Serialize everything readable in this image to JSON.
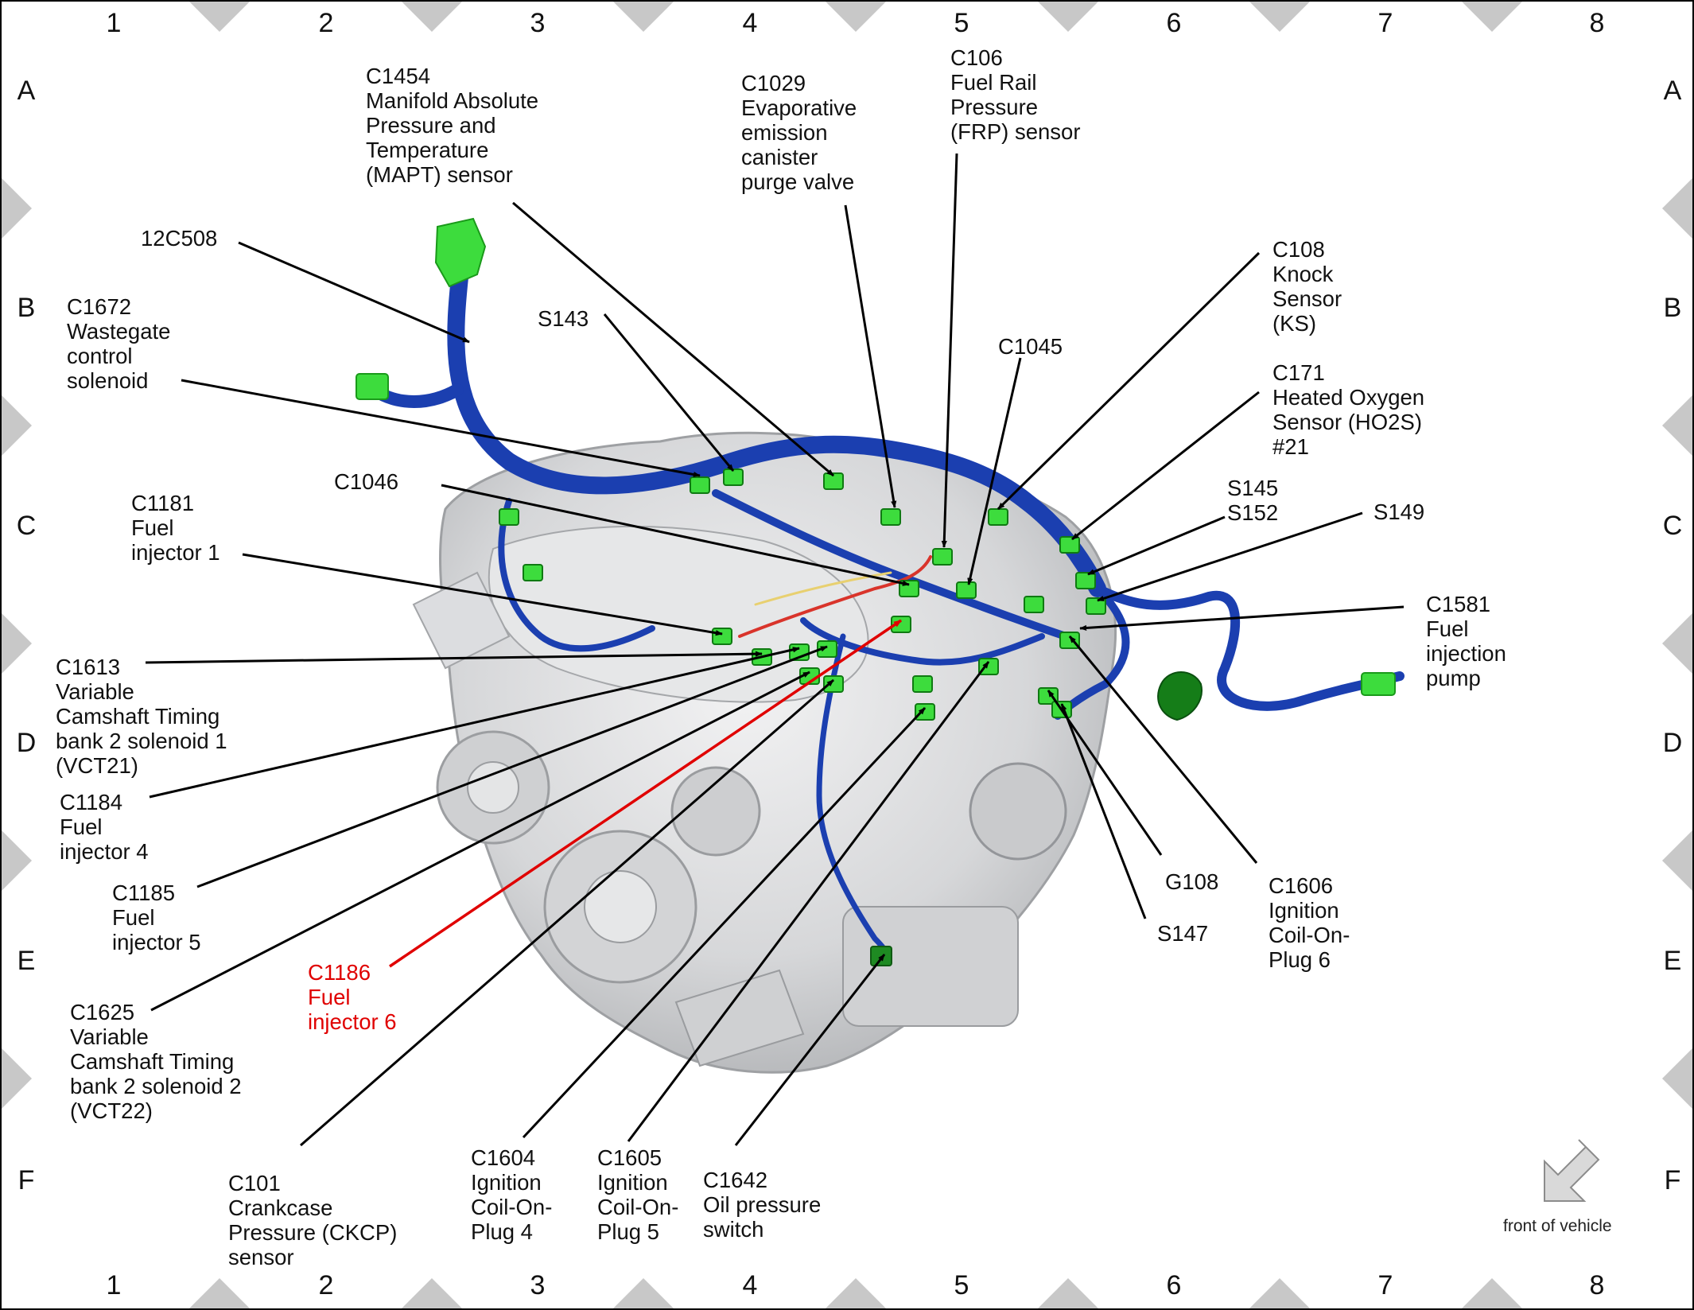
{
  "colors": {
    "harness": "#1b3fb0",
    "harness_dark": "#0e2170",
    "connector": "#3ddc3d",
    "connector_dark": "#0f7a12",
    "highlight": "#e00000",
    "engine_body": "#d9dadc",
    "frame_marker": "#c8c8c8"
  },
  "grid": {
    "columns": [
      "1",
      "2",
      "3",
      "4",
      "5",
      "6",
      "7",
      "8"
    ],
    "rows": [
      "A",
      "B",
      "C",
      "D",
      "E",
      "F"
    ]
  },
  "orientation": {
    "icon": "arrow-down-left-icon",
    "label": "front of vehicle"
  },
  "callouts": [
    {
      "id": "c1454",
      "lines": [
        "C1454",
        "Manifold Absolute",
        "Pressure and",
        "Temperature",
        "(MAPT) sensor"
      ]
    },
    {
      "id": "c1029",
      "lines": [
        "C1029",
        "Evaporative",
        "emission",
        "canister",
        "purge valve"
      ]
    },
    {
      "id": "c106",
      "lines": [
        "C106",
        "Fuel Rail",
        "Pressure",
        "(FRP) sensor"
      ]
    },
    {
      "id": "12c508",
      "lines": [
        "12C508"
      ]
    },
    {
      "id": "c1672",
      "lines": [
        "C1672",
        "Wastegate",
        "control",
        "solenoid"
      ]
    },
    {
      "id": "s143",
      "lines": [
        "S143"
      ]
    },
    {
      "id": "c108",
      "lines": [
        "C108",
        "Knock",
        "Sensor",
        "(KS)"
      ]
    },
    {
      "id": "c1045",
      "lines": [
        "C1045"
      ]
    },
    {
      "id": "c171",
      "lines": [
        "C171",
        "Heated Oxygen",
        "Sensor (HO2S)",
        "#21"
      ]
    },
    {
      "id": "c1046",
      "lines": [
        "C1046"
      ]
    },
    {
      "id": "s145",
      "lines": [
        "S145",
        "S152"
      ]
    },
    {
      "id": "s149",
      "lines": [
        "S149"
      ]
    },
    {
      "id": "c1181",
      "lines": [
        "C1181",
        "Fuel",
        "injector 1"
      ]
    },
    {
      "id": "c1581",
      "lines": [
        "C1581",
        "Fuel",
        "injection",
        "pump"
      ]
    },
    {
      "id": "c1613",
      "lines": [
        "C1613",
        "Variable",
        "Camshaft Timing",
        "bank 2 solenoid 1",
        "(VCT21)"
      ]
    },
    {
      "id": "c1184",
      "lines": [
        "C1184",
        "Fuel",
        "injector 4"
      ]
    },
    {
      "id": "c1185",
      "lines": [
        "C1185",
        "Fuel",
        "injector 5"
      ]
    },
    {
      "id": "c1186",
      "lines": [
        "C1186",
        "Fuel",
        "injector 6"
      ]
    },
    {
      "id": "c1625",
      "lines": [
        "C1625",
        "Variable",
        "Camshaft Timing",
        "bank 2 solenoid 2",
        "(VCT22)"
      ]
    },
    {
      "id": "g108",
      "lines": [
        "G108"
      ]
    },
    {
      "id": "s147",
      "lines": [
        "S147"
      ]
    },
    {
      "id": "c1606",
      "lines": [
        "C1606",
        "Ignition",
        "Coil-On-",
        "Plug 6"
      ]
    },
    {
      "id": "c101",
      "lines": [
        "C101",
        "Crankcase",
        "Pressure (CKCP)",
        "sensor"
      ]
    },
    {
      "id": "c1604",
      "lines": [
        "C1604",
        "Ignition",
        "Coil-On-",
        "Plug 4"
      ]
    },
    {
      "id": "c1605",
      "lines": [
        "C1605",
        "Ignition",
        "Coil-On-",
        "Plug 5"
      ]
    },
    {
      "id": "c1642",
      "lines": [
        "C1642",
        "Oil pressure",
        "switch"
      ]
    }
  ]
}
